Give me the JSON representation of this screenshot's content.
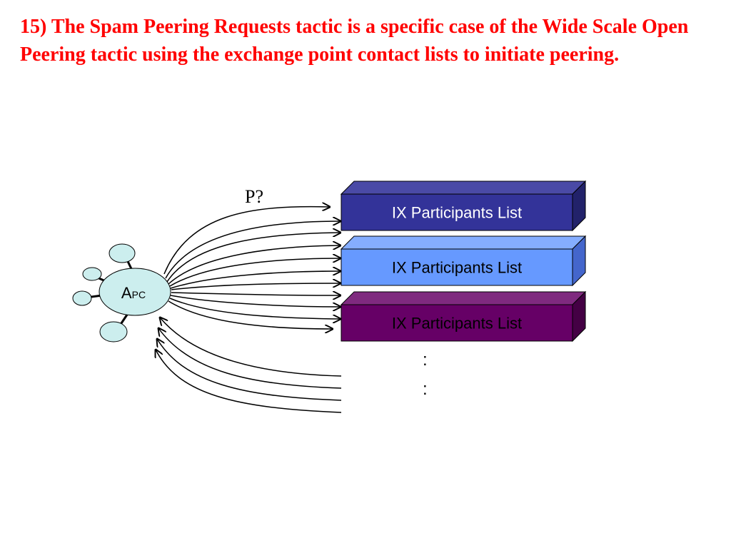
{
  "slide": {
    "title": "15) The Spam Peering Requests tactic is a specific case of the Wide Scale Open Peering tactic using the exchange point contact lists to initiate peering."
  },
  "diagram": {
    "node_main": "A",
    "node_sub": "PC",
    "request_label": "P?",
    "lists": [
      {
        "label": "IX Participants List",
        "front": "#333399",
        "top": "#4a4aa6",
        "side": "#22226a",
        "text_color": "#ffffff"
      },
      {
        "label": "IX Participants List",
        "front": "#6699ff",
        "top": "#85adff",
        "side": "#4466cc",
        "text_color": "#000000"
      },
      {
        "label": "IX Participants List",
        "front": "#660066",
        "top": "#7f2a7f",
        "side": "#440044",
        "text_color": "#000000"
      }
    ],
    "continuation": [
      ":",
      ":"
    ],
    "node_fill": "#cceeee"
  }
}
